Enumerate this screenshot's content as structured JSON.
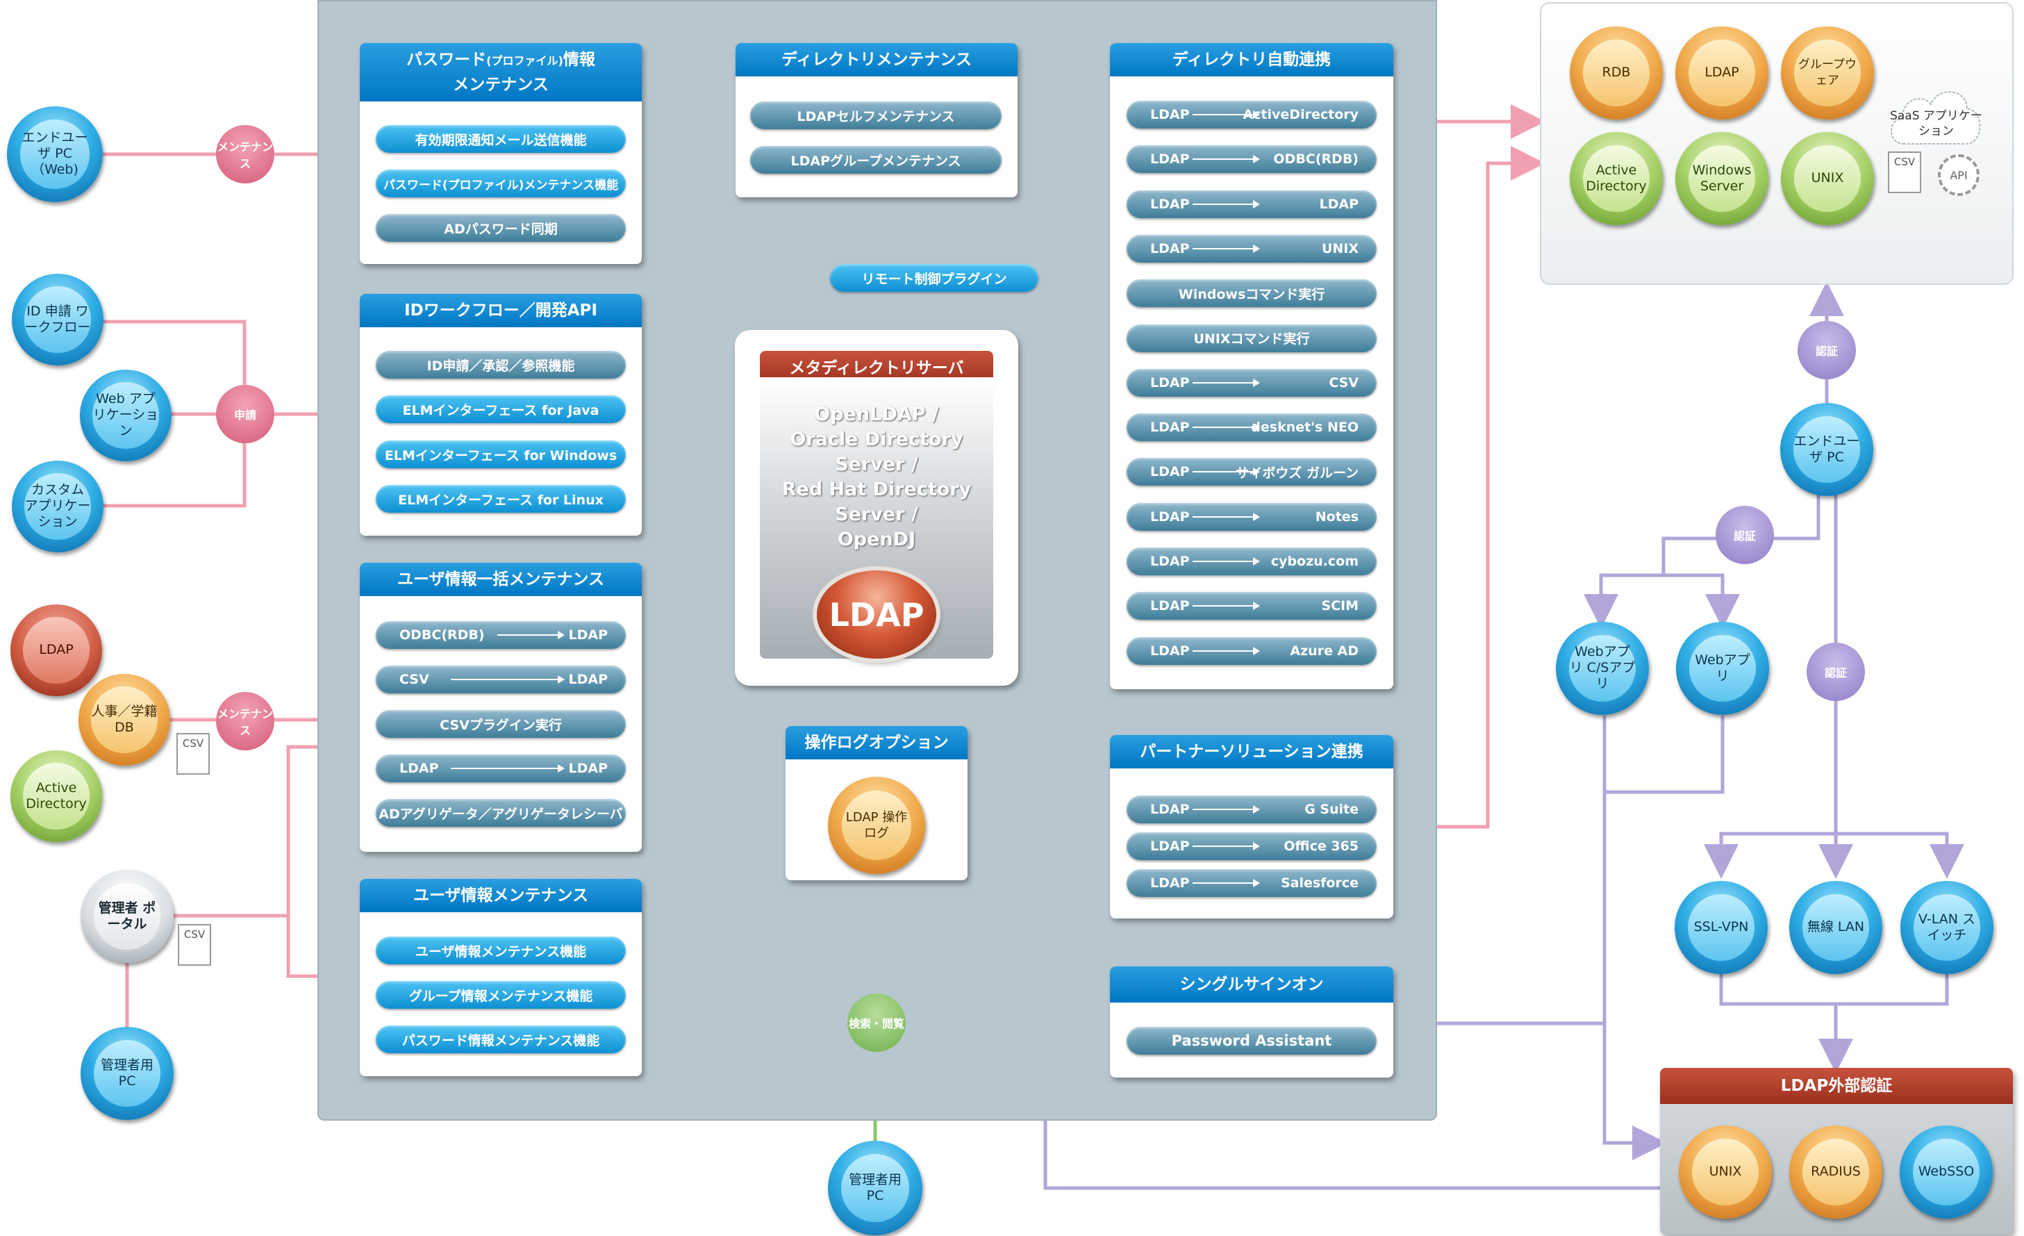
{
  "center": {
    "meta_title": "メタディレクトリサーバ",
    "meta_lines": [
      "OpenLDAP /",
      "Oracle Directory Server /",
      "Red Hat Directory Server /",
      "OpenDJ"
    ],
    "ldap_label": "LDAP",
    "remote_plugin": "リモート制御プラグイン"
  },
  "boxes": {
    "password": {
      "title_1": "パスワード",
      "title_small": "(プロファイル)",
      "title_2": "情報",
      "title_3": "メンテナンス",
      "items": [
        "有効期限通知メール送信機能",
        "パスワード(プロファイル)メンテナンス機能",
        "ADパスワード同期"
      ]
    },
    "workflow": {
      "title": "IDワークフロー／開発API",
      "items": [
        "ID申請／承認／参照機能",
        "ELMインターフェース for Java",
        "ELMインターフェース for Windows",
        "ELMインターフェース for Linux"
      ]
    },
    "bulk": {
      "title": "ユーザ情報一括メンテナンス",
      "items": [
        {
          "a": "ODBC(RDB)",
          "b": "LDAP"
        },
        {
          "a": "CSV",
          "b": "LDAP"
        },
        {
          "c": "CSVプラグイン実行"
        },
        {
          "a": "LDAP",
          "b": "LDAP"
        },
        {
          "c": "ADアグリゲータ／アグリゲータレシーバ"
        }
      ]
    },
    "usermaint": {
      "title": "ユーザ情報メンテナンス",
      "items": [
        "ユーザ情報メンテナンス機能",
        "グループ情報メンテナンス機能",
        "パスワード情報メンテナンス機能"
      ]
    },
    "dirmaint": {
      "title": "ディレクトリメンテナンス",
      "items": [
        "LDAPセルフメンテナンス",
        "LDAPグループメンテナンス"
      ]
    },
    "oplog": {
      "title": "操作ログオプション",
      "node": "LDAP 操作ログ"
    },
    "autolink": {
      "title": "ディレクトリ自動連携",
      "items": [
        {
          "a": "LDAP",
          "b": "ActiveDirectory"
        },
        {
          "a": "LDAP",
          "b": "ODBC(RDB)"
        },
        {
          "a": "LDAP",
          "b": "LDAP"
        },
        {
          "a": "LDAP",
          "b": "UNIX"
        },
        {
          "c": "Windowsコマンド実行"
        },
        {
          "c": "UNIXコマンド実行"
        },
        {
          "a": "LDAP",
          "b": "CSV"
        },
        {
          "a": "LDAP",
          "b": "desknet's NEO"
        },
        {
          "a": "LDAP",
          "b": "サイボウズ ガルーン"
        },
        {
          "a": "LDAP",
          "b": "Notes"
        },
        {
          "a": "LDAP",
          "b": "cybozu.com"
        },
        {
          "a": "LDAP",
          "b": "SCIM"
        },
        {
          "a": "LDAP",
          "b": "Azure AD"
        }
      ]
    },
    "partner": {
      "title": "パートナーソリューション連携",
      "items": [
        {
          "a": "LDAP",
          "b": "G Suite"
        },
        {
          "a": "LDAP",
          "b": "Office 365"
        },
        {
          "a": "LDAP",
          "b": "Salesforce"
        }
      ]
    },
    "sso": {
      "title": "シングルサインオン",
      "items": [
        "Password Assistant"
      ]
    },
    "ext": {
      "title": "LDAP外部認証"
    }
  },
  "left_nodes": {
    "enduser_web": "エンドユーザ PC（Web)",
    "id_workflow": "ID 申請 ワークフロー",
    "web_app": "Web アプリケーション",
    "custom_app": "カスタム アプリケーション",
    "ldap": "LDAP",
    "hr_db": "人事／学籍 DB",
    "active_directory": "Active Directory",
    "admin_portal": "管理者 ポータル",
    "admin_pc": "管理者用 PC",
    "csv_doc": "CSV"
  },
  "hubs": {
    "maint_1": "メンテナンス",
    "apply": "申請",
    "maint_2": "メンテナンス",
    "search": "検索・閲覧",
    "auth_1": "認証",
    "auth_2": "認証",
    "auth_3": "認証"
  },
  "right_nodes": {
    "rdb": "RDB",
    "ldap": "LDAP",
    "groupware": "グループウェア",
    "active_directory": "Active Directory",
    "windows_server": "Windows Server",
    "unix": "UNIX",
    "saas": "SaaS アプリケーション",
    "api": "API",
    "csv": "CSV",
    "enduser_pc": "エンドユーザ PC",
    "web_cs_app": "Webアプリ C/Sアプリ",
    "web_app": "Webアプリ",
    "ssl_vpn": "SSL-VPN",
    "wlan": "無線 LAN",
    "vlan": "V-LAN スイッチ",
    "ext_unix": "UNIX",
    "ext_radius": "RADIUS",
    "ext_websso": "WebSSO",
    "bottom_admin_pc": "管理者用 PC"
  },
  "colors": {
    "pink": "#f0a0b0",
    "purple": "#b1a5da",
    "green": "#8ac56b",
    "blue_head": "#0a86cf",
    "panel": "#b8c7cf"
  }
}
